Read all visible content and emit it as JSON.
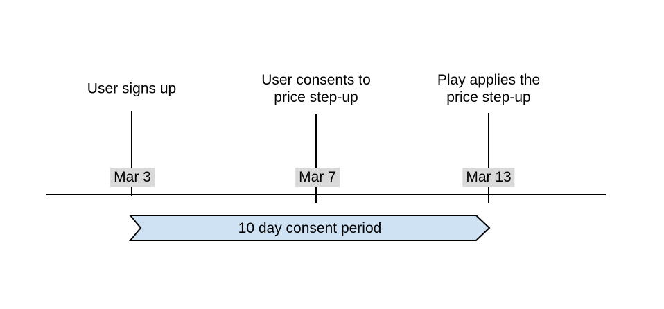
{
  "timeline": {
    "events": [
      {
        "label": "User signs up",
        "date": "Mar 3"
      },
      {
        "label": "User consents to\nprice step-up",
        "date": "Mar 7"
      },
      {
        "label": "Play applies the\nprice step-up",
        "date": "Mar 13"
      }
    ],
    "banner": {
      "label": "10 day consent period",
      "fill": "#cfe2f3",
      "stroke": "#000000"
    },
    "colors": {
      "date_badge_background": "#d9d9d9",
      "line": "#000000",
      "background": "#ffffff"
    }
  }
}
